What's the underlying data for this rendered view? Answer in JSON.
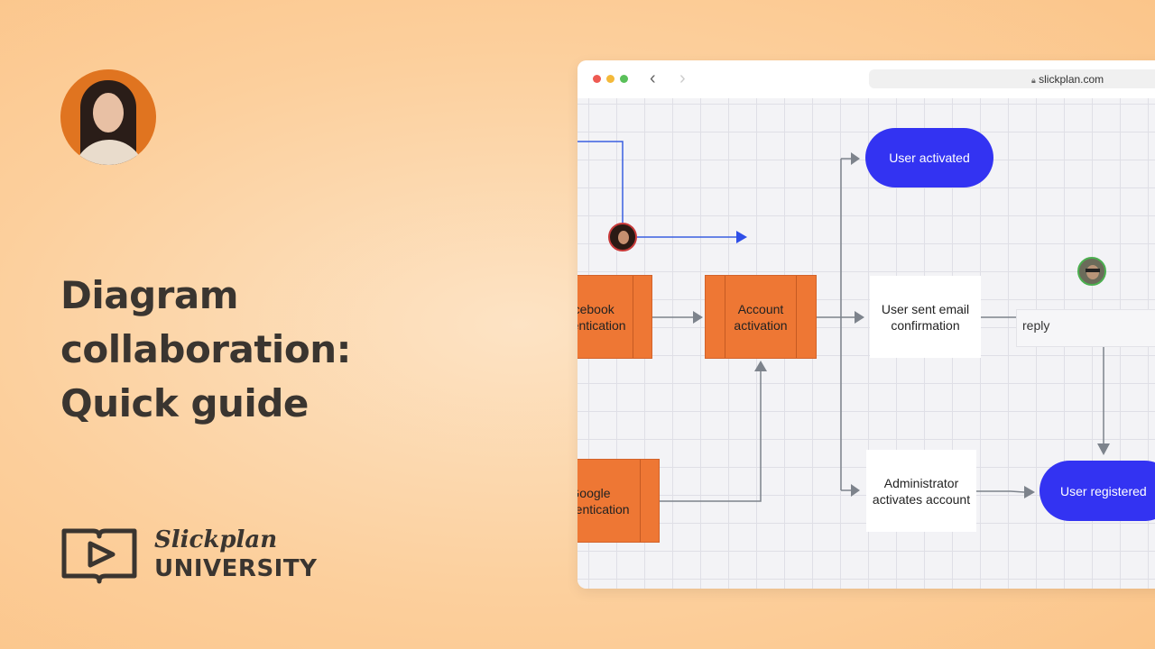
{
  "title_lines": [
    "Diagram",
    "collaboration:",
    "Quick guide"
  ],
  "logo": {
    "brand": "Slickplan",
    "sub": "UNIVERSITY"
  },
  "browser": {
    "url": "slickplan.com"
  },
  "diagram": {
    "facebook": "Facebook authentication",
    "account": "Account activation",
    "user_activated": "User activated",
    "email": "User sent email confirmation",
    "google": "Google authentication",
    "admin": "Administrator activates account",
    "registered": "User registered",
    "reply": "reply"
  },
  "colors": {
    "orange": "#ee7734",
    "blue": "#3333f2",
    "connector": "#7d838c",
    "collab_line": "#3a5fe0"
  }
}
